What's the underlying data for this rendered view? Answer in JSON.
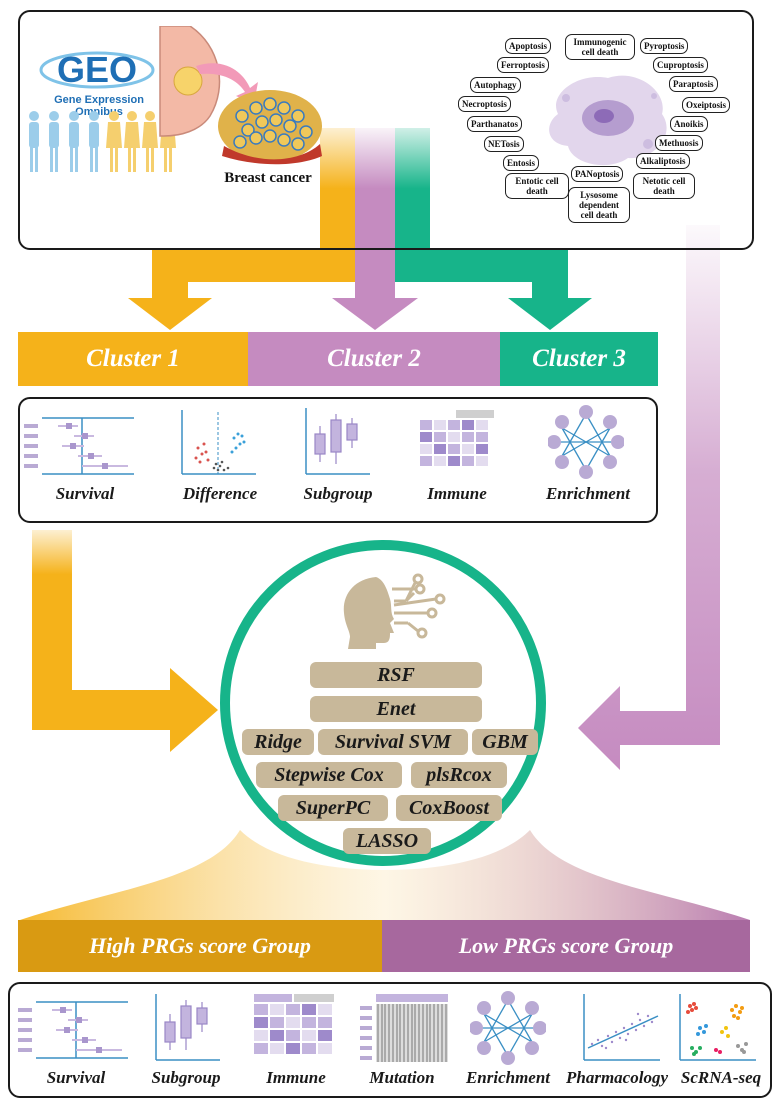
{
  "geo": {
    "logo": "GEO",
    "subtitle": "Gene Expression Omnibus",
    "cancer_label": "Breast cancer"
  },
  "cell_death": [
    "Apoptosis",
    "Immunogenic cell death",
    "Pyroptosis",
    "Ferroptosis",
    "Cuproptosis",
    "Autophagy",
    "Paraptosis",
    "Necroptosis",
    "Oxeiptosis",
    "Parthanatos",
    "Anoikis",
    "NETosis",
    "Methuosis",
    "Entosis",
    "Alkaliptosis",
    "PANoptosis",
    "Entotic cell death",
    "Netotic cell death",
    "Lysosome dependent cell death"
  ],
  "clusters": [
    "Cluster 1",
    "Cluster 2",
    "Cluster 3"
  ],
  "analysis1": [
    "Survival",
    "Difference",
    "Subgroup",
    "Immune",
    "Enrichment"
  ],
  "models": [
    "RSF",
    "Enet",
    "Ridge",
    "Survival SVM",
    "GBM",
    "Stepwise Cox",
    "plsRcox",
    "SuperPC",
    "CoxBoost",
    "LASSO"
  ],
  "groups": [
    "High PRGs score Group",
    "Low PRGs score Group"
  ],
  "analysis2": [
    "Survival",
    "Subgroup",
    "Immune",
    "Mutation",
    "Enrichment",
    "Pharmacology",
    "ScRNA-seq"
  ],
  "colors": {
    "orange": "#f5b21a",
    "purple": "#c58bc0",
    "teal": "#17b48a",
    "dark_orange": "#d99a12",
    "dark_purple": "#a7689e",
    "tan": "#c8b89a",
    "blue": "#3a8fc4",
    "lavender": "#b9aad4"
  }
}
